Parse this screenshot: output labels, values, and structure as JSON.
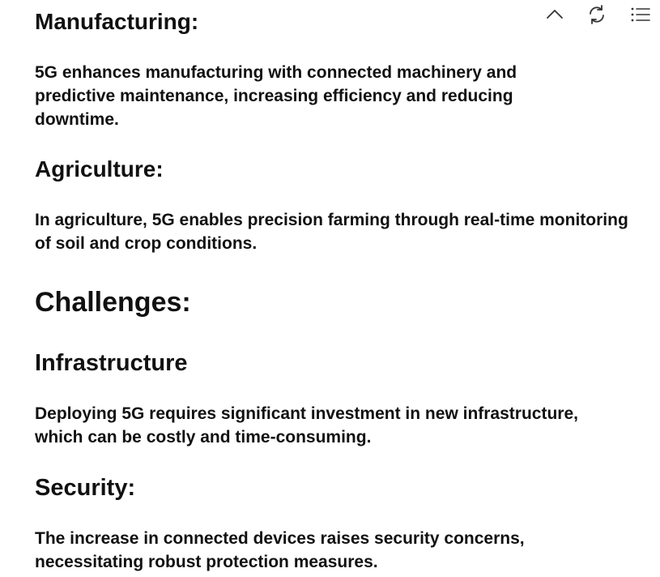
{
  "toolbar": {
    "collapse_icon": "chevron-up-icon",
    "refresh_icon": "refresh-icon",
    "outline_icon": "list-icon"
  },
  "sections": {
    "manufacturing": {
      "heading": "Manufacturing:",
      "body": "5G enhances manufacturing with connected machinery and predictive maintenance, increasing efficiency and reducing downtime."
    },
    "agriculture": {
      "heading": "Agriculture:",
      "body": "In agriculture, 5G enables precision farming through real-time monitoring of soil and crop conditions."
    },
    "challenges": {
      "heading": "Challenges:"
    },
    "infrastructure": {
      "heading": "Infrastructure",
      "body": "Deploying 5G requires significant investment in new infrastructure, which can be costly and time-consuming."
    },
    "security": {
      "heading": "Security:",
      "body": "The increase in connected devices raises security concerns, necessitating robust protection measures."
    }
  }
}
